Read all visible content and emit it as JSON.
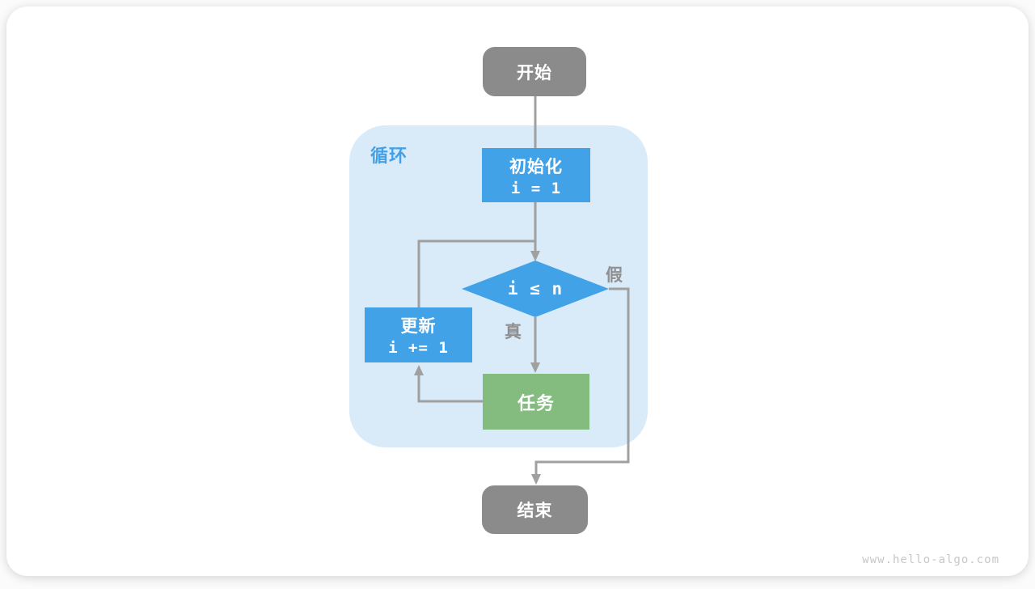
{
  "diagram": {
    "start_label": "开始",
    "loop_region_label": "循环",
    "init_node": {
      "line1": "初始化",
      "line2": "i = 1"
    },
    "condition_node": "i ≤ n",
    "branch_false_label": "假",
    "branch_true_label": "真",
    "task_node": "任务",
    "update_node": {
      "line1": "更新",
      "line2": "i += 1"
    },
    "end_label": "结束",
    "colors": {
      "node_blue": "#42A2E8",
      "node_green": "#84BC80",
      "node_gray": "#8B8B8B",
      "loop_region_bg": "#D9EAF8",
      "loop_region_label": "#45A1E6",
      "connector": "#A0A0A0",
      "branch_label": "#8F8F8F",
      "watermark": "#C7C7C7"
    }
  },
  "footer": {
    "watermark": "www.hello-algo.com"
  }
}
